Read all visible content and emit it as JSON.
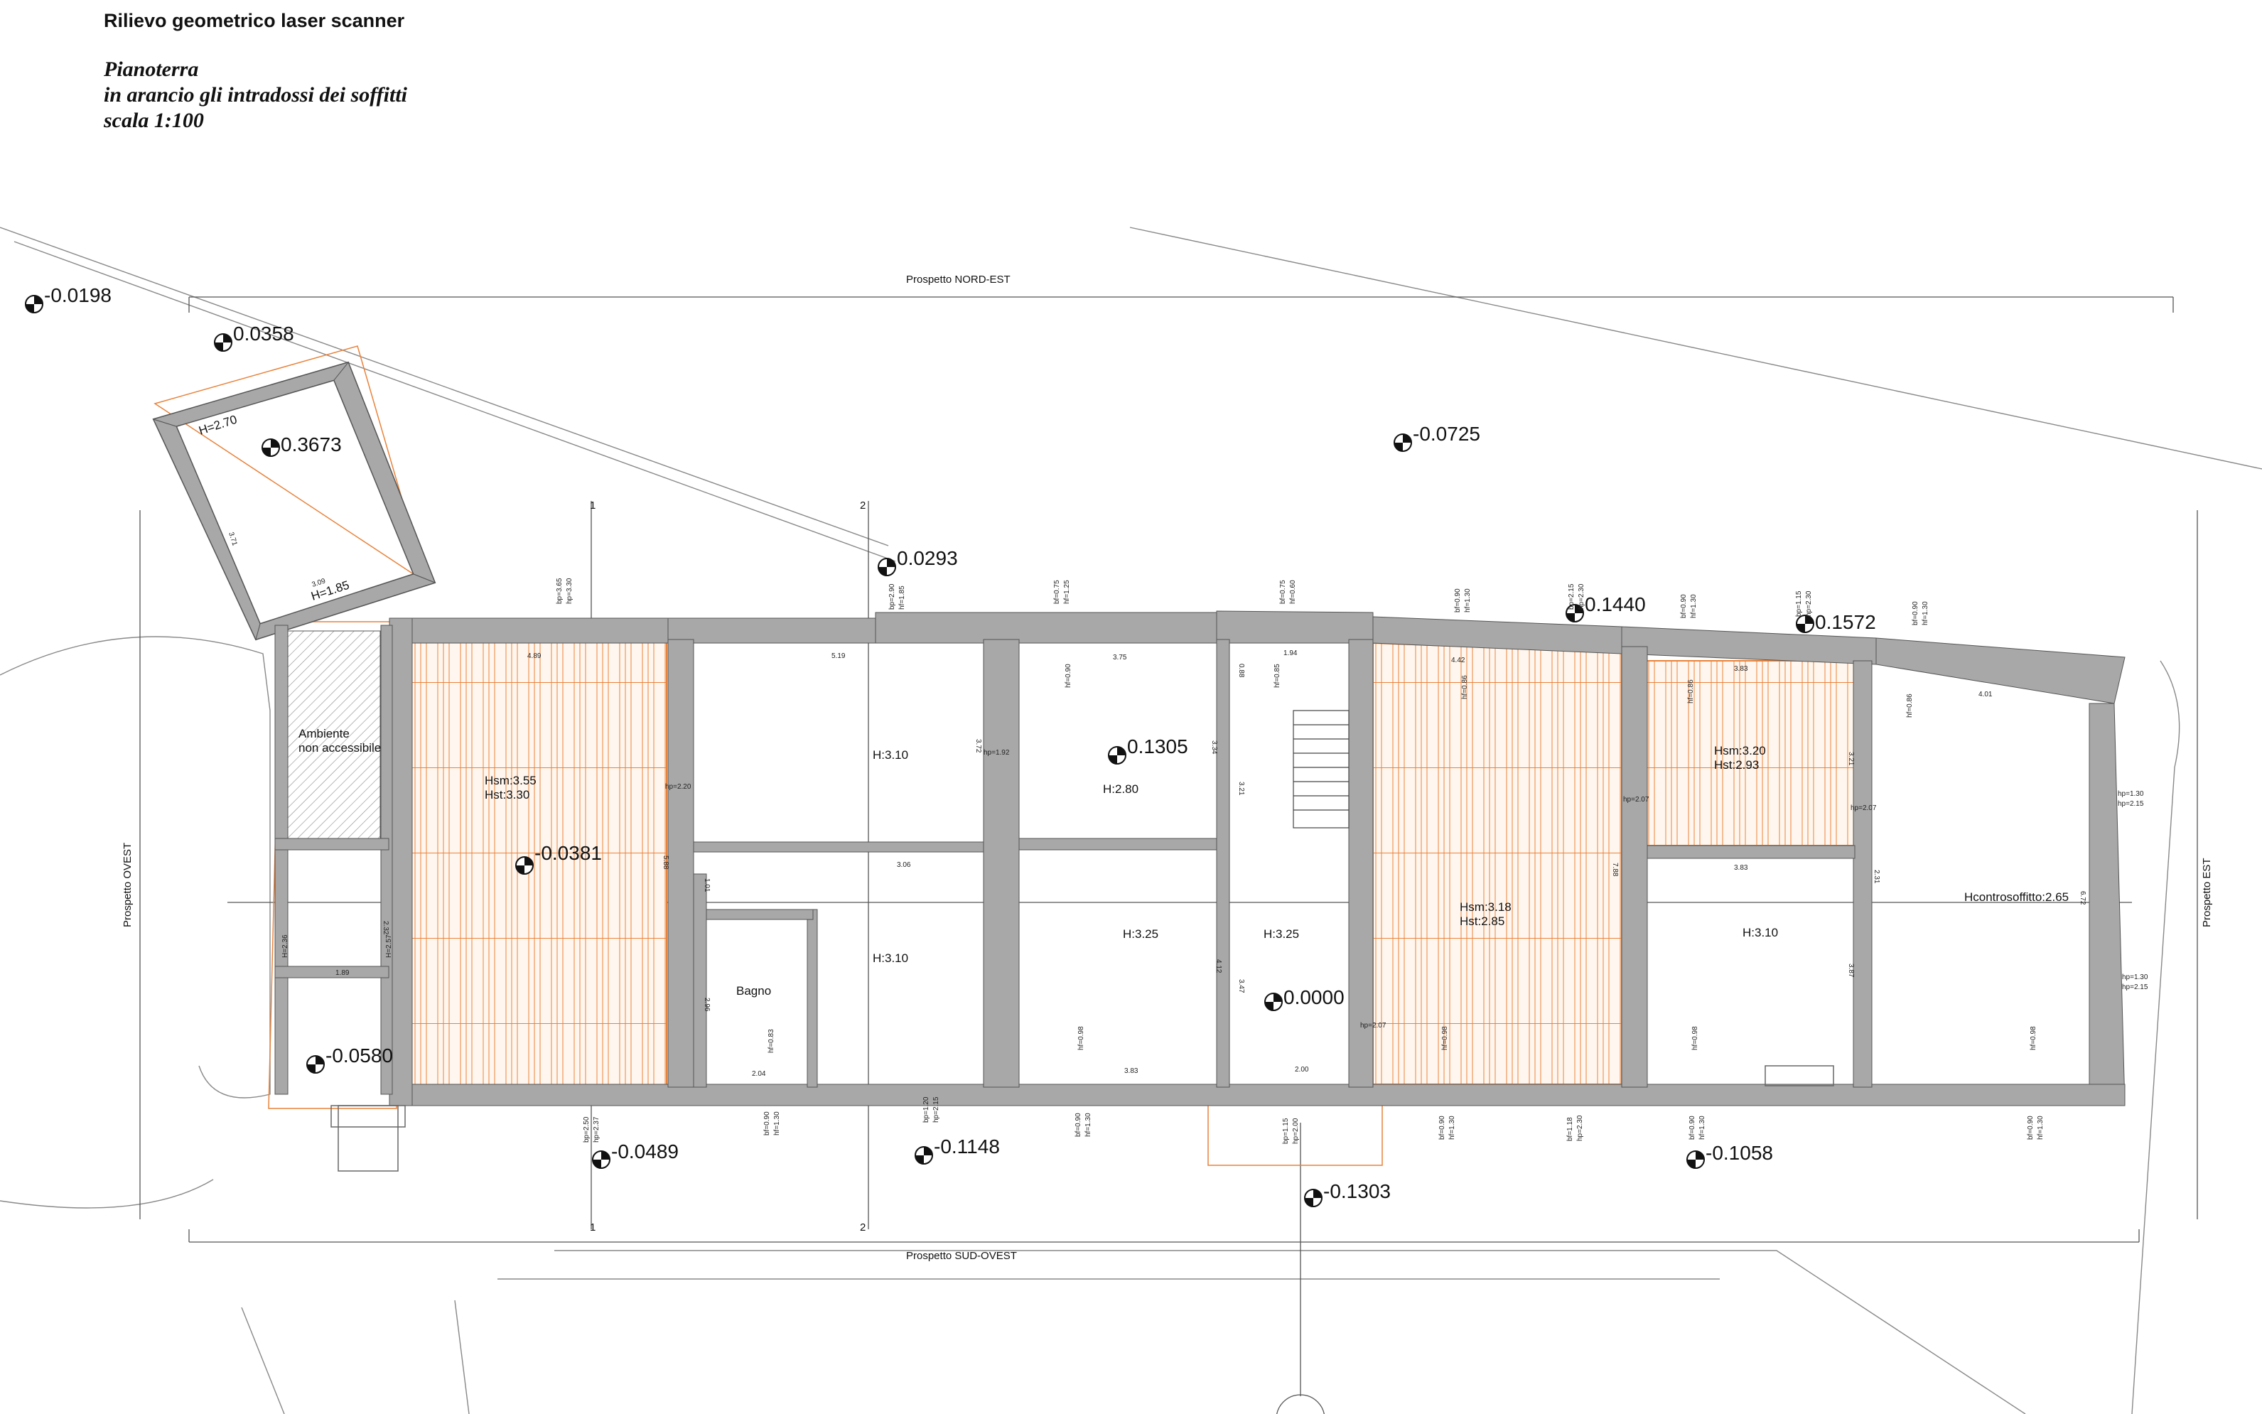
{
  "header": {
    "title": "Rilievo geometrico laser scanner",
    "subtitle_lines": [
      "Pianoterra",
      "in arancio gli intradossi dei soffitti",
      "scala 1:100"
    ]
  },
  "colors": {
    "wall": "#a8a8a8",
    "ceiling": "#e8823a",
    "line": "#333333"
  },
  "elevations": {
    "e1": "-0.0198",
    "e2": "0.0358",
    "e3": "0.3673",
    "e4": "-0.0725",
    "e5": "0.0293",
    "e6": "0.1305",
    "e7": "0.1440",
    "e8": "0.1572",
    "e9": "-0.0381",
    "e10": "-0.0580",
    "e11": "0.0000",
    "e12": "-0.0489",
    "e13": "-0.1148",
    "e14": "-0.1303",
    "e15": "-0.1058"
  },
  "prospetti": {
    "nord_est": "Prospetto NORD-EST",
    "sud_ovest": "Prospetto SUD-OVEST",
    "ovest": "Prospetto OVEST",
    "est": "Prospetto EST"
  },
  "sections": {
    "s1": "1",
    "s2": "2"
  },
  "rooms": {
    "ambiente_1": "Ambiente",
    "ambiente_2": "non accessibile",
    "tower_h1": "H=2.70",
    "tower_h2": "H=1.85",
    "r1_hsm": "Hsm:3.55",
    "r1_hst": "Hst:3.30",
    "r2_h": "H:3.10",
    "r3_h": "H:2.80",
    "r4_h": "H:3.10",
    "r5_h": "H:3.25",
    "r6_h": "H:3.25",
    "bagno": "Bagno",
    "r7_hsm": "Hsm:3.18",
    "r7_hst": "Hst:2.85",
    "r8_hsm": "Hsm:3.20",
    "r8_hst": "Hst:2.93",
    "r9_h": "H:3.10",
    "r10_h": "Hcontrosoffitto:2.65",
    "w_h1": "H=2.36",
    "w_h2": "H=2.57"
  },
  "dims": {
    "d1": "4.89",
    "d2": "5.19",
    "d3": "3.75",
    "d4": "1.94",
    "d5": "4.42",
    "d6": "3.83",
    "d7": "4.01",
    "d8": "3.06",
    "d9": "3.83",
    "d10": "2.04",
    "d11": "3.83",
    "d12": "2.00",
    "d13": "1.89",
    "d14": "3.09",
    "d15": "3.71",
    "d16": "2.32",
    "d17": "5.88",
    "d18": "3.72",
    "d19": "3.34",
    "d20": "3.21",
    "d21": "7.88",
    "d22": "3.21",
    "d23": "2.31",
    "d24": "4.12",
    "d25": "3.47",
    "d26": "3.87",
    "d27": "6.72",
    "d28": "2.96",
    "d29": "1.01",
    "d30": "0.88"
  },
  "heights": {
    "hp1": "hp=2.20",
    "hp2": "hp=1.92",
    "hp3": "hp=2.07",
    "hp4": "hp=2.07",
    "hp5": "hp=2.07",
    "ha": "hp=1.30",
    "hb": "hp=2.15",
    "hc": "hp=1.30",
    "hd": "hp=2.15",
    "hf1": "hf=0.90",
    "hf2": "hf=0.86",
    "hf3": "hf=0.86",
    "hf4": "hf=0.98",
    "hf5": "hf=0.98",
    "hf6": "hf=0.98",
    "hf7": "hf=0.98",
    "hf8": "hf=0.83",
    "hf9": "hf=0.85",
    "hf10": "hf=0.86",
    "b1a": "bf=0.90",
    "b1b": "hf=1.30",
    "b2a": "bf=0.90",
    "b2b": "hf=1.30",
    "b3a": "bf=0.90",
    "b3b": "hf=1.30",
    "b4a": "bf=1.18",
    "b4b": "hp=2.30",
    "b5a": "bf=0.90",
    "b5b": "hf=1.30",
    "b6a": "bf=0.90",
    "b6b": "hf=1.30",
    "b7a": "bp=2.50",
    "b7b": "hp=2.37",
    "b8a": "bp=1.20",
    "b8b": "hp=2.15",
    "b9a": "bp=1.15",
    "b9b": "hp=2.00",
    "t1a": "bf=0.75",
    "t1b": "hf=1.25",
    "t2a": "bf=0.75",
    "t2b": "hf=0.60",
    "t3a": "bf=0.90",
    "t3b": "hf=1.30",
    "t4a": "bf=0.90",
    "t4b": "hf=1.30",
    "t5a": "bp=3.65",
    "t5b": "hp=3.30",
    "t6a": "bp=2.90",
    "t6b": "hf=1.85",
    "t7a": "bf=0.90",
    "t7b": "hf=1.30",
    "t8a": "bp=2.15",
    "t8b": "hp=2.30",
    "t9a": "bp=1.15",
    "t9b": "hp=2.30"
  }
}
